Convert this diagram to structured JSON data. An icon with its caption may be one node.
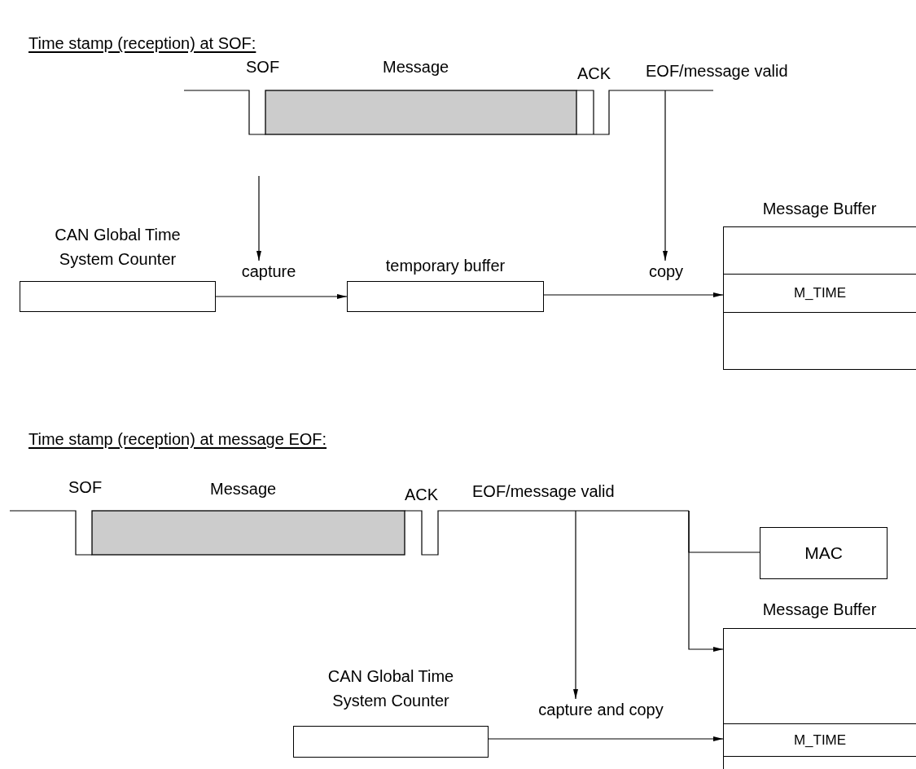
{
  "diagram": {
    "nodes": [
      {
        "text": [],
        "shape": "waveform"
      },
      {
        "text": [
          "CAN Global Time System Counter"
        ]
      },
      {
        "text": [
          "capture"
        ]
      },
      {
        "text": [
          "temporary buffer"
        ]
      },
      {
        "text": [
          "copy"
        ]
      },
      {
        "text": [
          "Message Buffer"
        ]
      },
      {
        "text": [
          "M_TIME"
        ],
        "in": 5
      },
      {
        "text": [],
        "shape": "waveform"
      },
      {
        "text": [
          "MAC"
        ]
      },
      {
        "text": [
          "Message Buffer"
        ]
      },
      {
        "text": [
          "M_TIME"
        ],
        "in": 9
      },
      {
        "text": [
          "CAN Global Time System Counter"
        ]
      },
      {
        "text": [
          "capture and copy"
        ]
      }
    ],
    "edges": [
      {
        "from": null,
        "to": 2,
        "arrow": "to"
      },
      {
        "from": 0,
        "to": 4,
        "arrow": "to"
      },
      {
        "from": 1,
        "to": 3,
        "arrow": "to"
      },
      {
        "from": 3,
        "to": 6,
        "arrow": "to"
      },
      {
        "from": 7,
        "to": 12,
        "arrow": "to"
      },
      {
        "from": 7,
        "to": 8,
        "arrow": "none"
      },
      {
        "from": 7,
        "to": 9,
        "arrow": "to"
      },
      {
        "from": 11,
        "to": 10,
        "arrow": "to"
      }
    ],
    "labels": [
      "Time stamp (reception) at SOF:",
      "SOF",
      "Message",
      "ACK",
      "EOF/message valid",
      "Time stamp (reception) at message EOF:",
      "SOF",
      "Message",
      "ACK",
      "EOF/message valid"
    ]
  }
}
